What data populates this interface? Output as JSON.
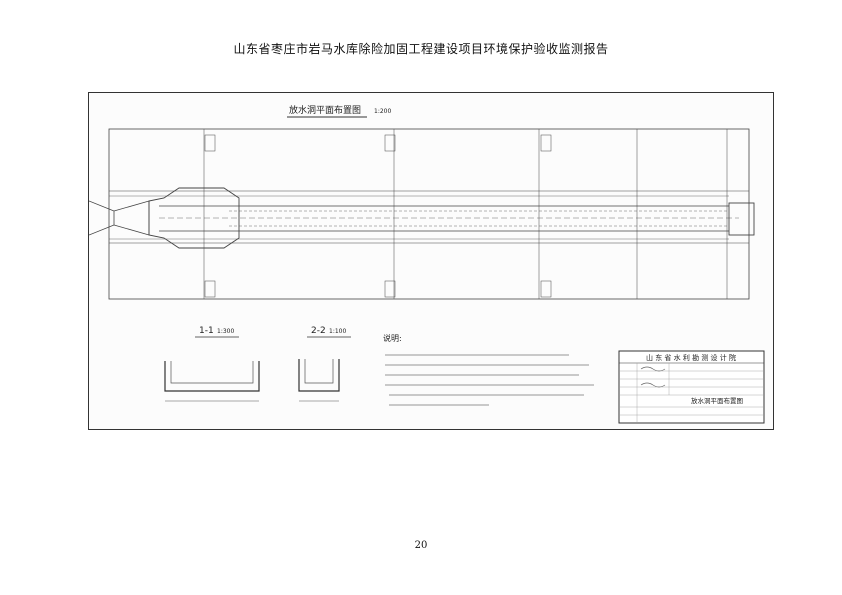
{
  "header": {
    "title": "山东省枣庄市岩马水库除险加固工程建设项目环境保护验收监测报告"
  },
  "drawing": {
    "plan_title": "放水洞平面布置图",
    "plan_scale": "1:200",
    "section_1_title": "1-1",
    "section_1_scale": "1:300",
    "section_2_title": "2-2",
    "section_2_scale": "1:100",
    "notes_title": "说明:",
    "institute_name": "山 东 省 水 利 勘 测 设 计 院",
    "sheet_title": "放水洞平面布置图"
  },
  "footer": {
    "page_number": "20"
  }
}
